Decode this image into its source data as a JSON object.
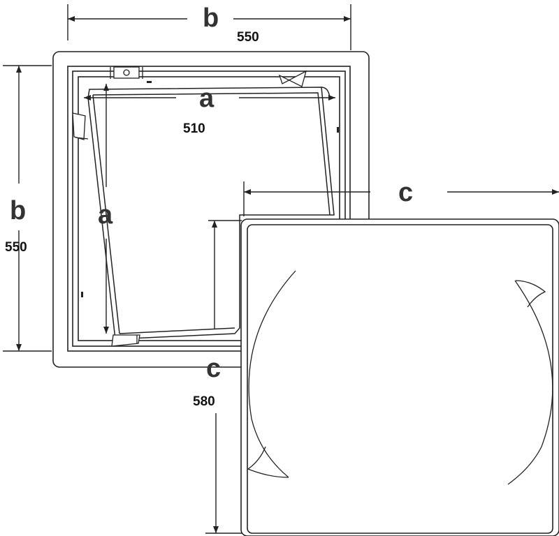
{
  "dimensions": {
    "b_top": {
      "letter": "b",
      "value": "550"
    },
    "b_left": {
      "letter": "b",
      "value": "550"
    },
    "a_top": {
      "letter": "a",
      "value": "510"
    },
    "a_left": {
      "letter": "a"
    },
    "c_right": {
      "letter": "c"
    },
    "c_mid": {
      "letter": "c",
      "value": "580"
    }
  },
  "colors": {
    "line": "#222222",
    "frame_fill": "#ffffff"
  }
}
